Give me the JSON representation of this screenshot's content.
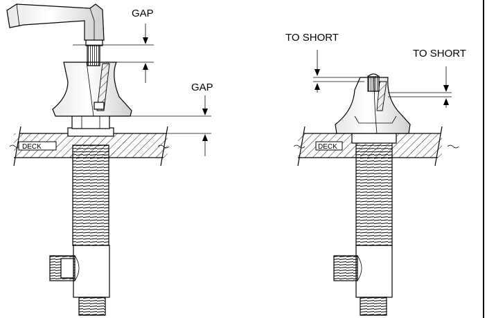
{
  "left_view": {
    "gap_top_label": "GAP",
    "gap_bottom_label": "GAP",
    "deck_label": "DECK"
  },
  "right_view": {
    "to_short_left_label": "TO SHORT",
    "to_short_right_label": "TO SHORT",
    "deck_label": "DECK"
  }
}
